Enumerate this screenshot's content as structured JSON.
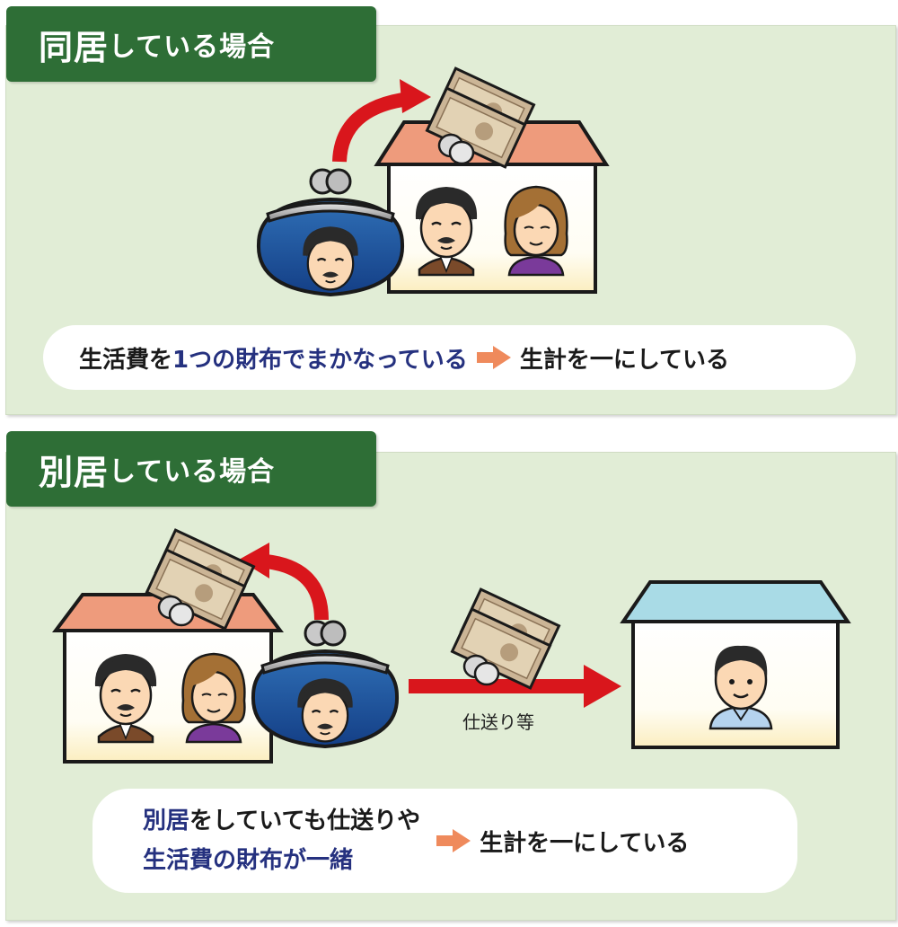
{
  "top_section": {
    "heading_kanji": "同居",
    "heading_rest": "している場合",
    "statement_part1": "生活費を",
    "statement_highlight": "1つの財布でまかなっている",
    "statement_result": "生計を一にしている"
  },
  "bottom_section": {
    "heading_kanji": "別居",
    "heading_rest": "している場合",
    "transfer_caption": "仕送り等",
    "statement_line1_highlight": "別居",
    "statement_line1_rest": "をしていても仕送りや",
    "statement_line2_highlight": "生活費の財布",
    "statement_line2_mid": "が",
    "statement_line2_highlight2": "一緒",
    "statement_result": "生計を一にしている"
  },
  "colors": {
    "panel_bg": "#e1edd6",
    "tab_green": "#2e6e36",
    "highlight_blue": "#25317f",
    "arrow_red": "#d9161c",
    "arrow_orange": "#ef8a5c",
    "roof_salmon": "#ee9b7c",
    "roof_blue": "#a9dbe6"
  }
}
